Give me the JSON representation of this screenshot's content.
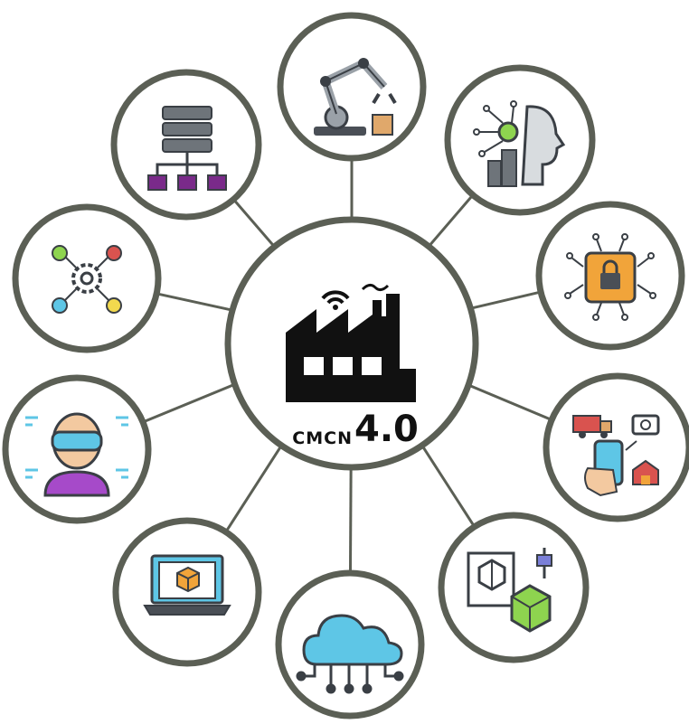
{
  "hub": {
    "label_prefix": "CMCN",
    "label_version": "4.0",
    "icon": "smart-factory-icon"
  },
  "nodes": [
    {
      "id": "robotic-arm",
      "icon": "robotic-arm-icon"
    },
    {
      "id": "artificial-intelligence",
      "icon": "ai-head-icon"
    },
    {
      "id": "cybersecurity",
      "icon": "chip-lock-icon"
    },
    {
      "id": "internet-of-things",
      "icon": "iot-phone-icon"
    },
    {
      "id": "3d-printing",
      "icon": "3d-printer-icon"
    },
    {
      "id": "cloud-computing",
      "icon": "cloud-network-icon"
    },
    {
      "id": "simulation",
      "icon": "laptop-cube-icon"
    },
    {
      "id": "augmented-reality",
      "icon": "vr-headset-icon"
    },
    {
      "id": "system-integration",
      "icon": "gear-network-icon"
    },
    {
      "id": "big-data",
      "icon": "server-network-icon"
    }
  ],
  "colors": {
    "ring": "#5b5f55",
    "dark": "#3a3f45",
    "purple": "#7a2a8a",
    "cyan": "#5ec6e6",
    "orange": "#f1a43a",
    "green": "#8ed44f",
    "yellow": "#f2d94e",
    "red": "#d9534f"
  }
}
